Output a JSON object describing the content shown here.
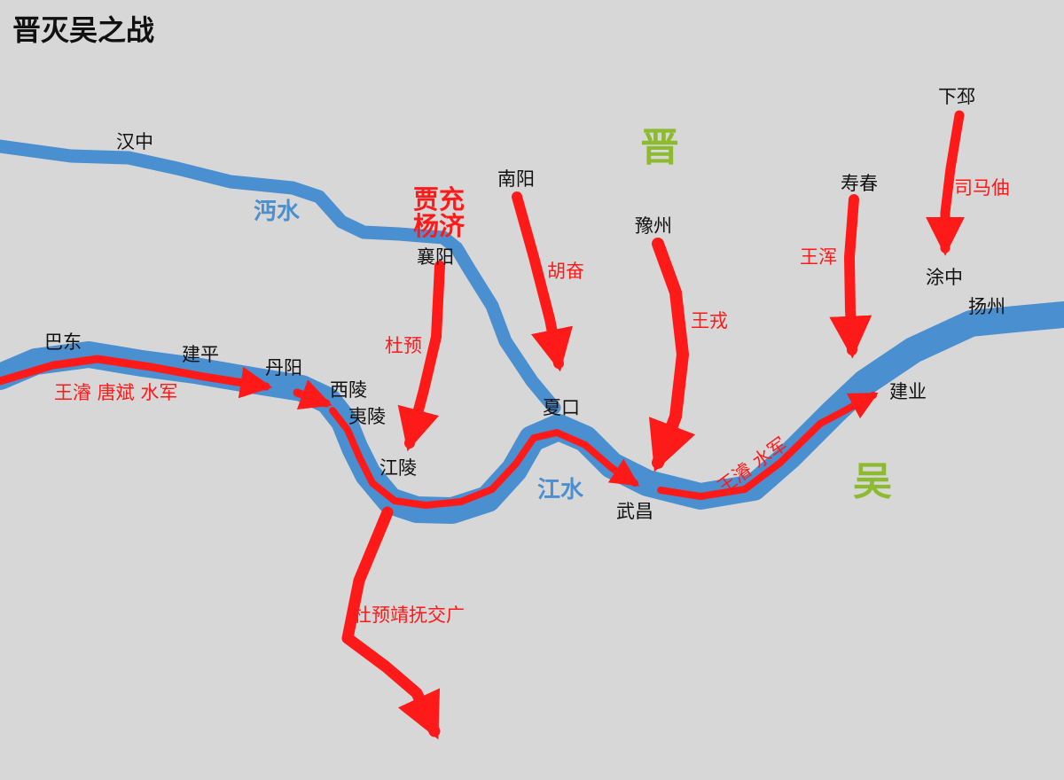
{
  "title": "晋灭吴之战",
  "states": {
    "jin": "晋",
    "wu": "吴"
  },
  "rivers": {
    "mianshui": "沔水",
    "jiangshui": "江水"
  },
  "places": {
    "hanzhong": "汉中",
    "nanyang": "南阳",
    "xiangyang": "襄阳",
    "yuzhou": "豫州",
    "shouchun": "寿春",
    "xiapi": "下邳",
    "tuzhong": "涂中",
    "yangzhou": "扬州",
    "badong": "巴东",
    "jianping": "建平",
    "danyang": "丹阳",
    "xiling": "西陵",
    "yiling": "夷陵",
    "jiangling": "江陵",
    "xiakou": "夏口",
    "wuchang": "武昌",
    "jianye": "建业"
  },
  "commanders": {
    "jia_yang_line1": "贾充",
    "jia_yang_line2": "杨济",
    "duyu": "杜预",
    "hufen": "胡奋",
    "wangrong": "王戎",
    "wanghun": "王浑",
    "simazhou": "司马伷",
    "wangjun_fleet": "王濬  唐斌  水军",
    "wangjun_navy": "王濬  水军",
    "duyu_south": "杜预靖抚交广"
  },
  "colors": {
    "background": "#d7d7d7",
    "river": "#4a8fd0",
    "arrow": "#ff1a1a",
    "state_label": "#8cbb2f"
  }
}
